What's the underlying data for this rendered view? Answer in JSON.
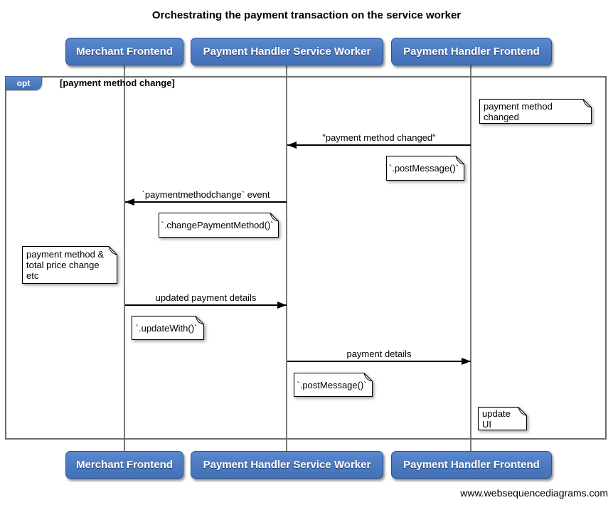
{
  "title": "Orchestrating the payment transaction on the service worker",
  "footer": "www.websequencediagrams.com",
  "colors": {
    "actor_fill": "#4b78bf",
    "actor_border": "#2d5191",
    "actor_text": "#ffffff",
    "frame_border": "#6b6b6b",
    "lifeline": "#7a7a7a",
    "opt_tab_fill": "#4b78bf",
    "note_fill": "#ffffff",
    "note_border": "#000000",
    "arrow": "#000000"
  },
  "actors": [
    {
      "label": "Merchant Frontend"
    },
    {
      "label": "Payment Handler Service Worker"
    },
    {
      "label": "Payment Handler Frontend"
    }
  ],
  "fragment": {
    "operator": "opt",
    "condition": "[payment method change]"
  },
  "messages": [
    {
      "label": "\"payment method changed\"",
      "from": "Payment Handler Frontend",
      "to": "Payment Handler Service Worker",
      "direction": "left"
    },
    {
      "label": "`paymentmethodchange` event",
      "from": "Payment Handler Service Worker",
      "to": "Merchant Frontend",
      "direction": "left"
    },
    {
      "label": "updated payment details",
      "from": "Merchant Frontend",
      "to": "Payment Handler Service Worker",
      "direction": "right"
    },
    {
      "label": "payment details",
      "from": "Payment Handler Service Worker",
      "to": "Payment Handler Frontend",
      "direction": "right"
    }
  ],
  "notes": [
    {
      "text": "payment method changed"
    },
    {
      "text": "`.postMessage()`"
    },
    {
      "text": "`.changePaymentMethod()`"
    },
    {
      "text": "payment method &\ntotal price change etc"
    },
    {
      "text": "`.updateWith()`"
    },
    {
      "text": "`.postMessage()`"
    },
    {
      "text": "update UI"
    }
  ]
}
